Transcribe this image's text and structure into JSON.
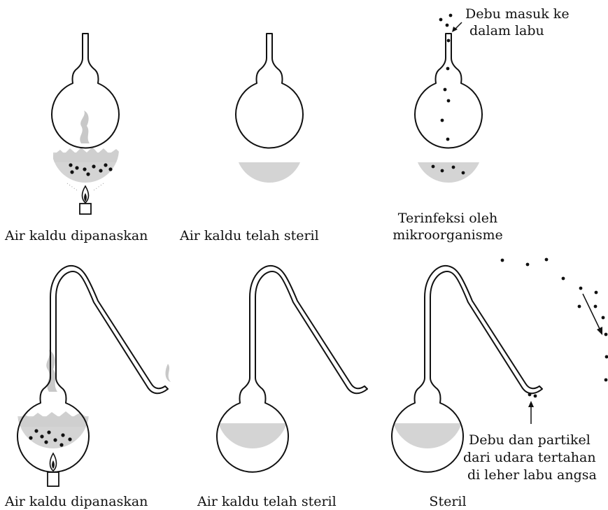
{
  "panels": {
    "top_heated": {
      "caption": "Air kaldu dipanaskan"
    },
    "top_sterile": {
      "caption": "Air kaldu telah steril"
    },
    "top_infected": {
      "caption_line1": "Terinfeksi oleh",
      "caption_line2": "mikroorganisme",
      "annotation_line1": "Debu masuk ke",
      "annotation_line2": "dalam labu"
    },
    "bottom_heated": {
      "caption": "Air kaldu dipanaskan"
    },
    "bottom_sterile": {
      "caption": "Air kaldu telah steril"
    },
    "bottom_result": {
      "caption": "Steril",
      "annotation_line1": "Debu dan partikel",
      "annotation_line2": "dari udara tertahan",
      "annotation_line3": "di leher labu angsa"
    }
  },
  "colors": {
    "liquid": "#d4d4d4",
    "steam": "#c8c8c8",
    "ink": "#111111"
  }
}
